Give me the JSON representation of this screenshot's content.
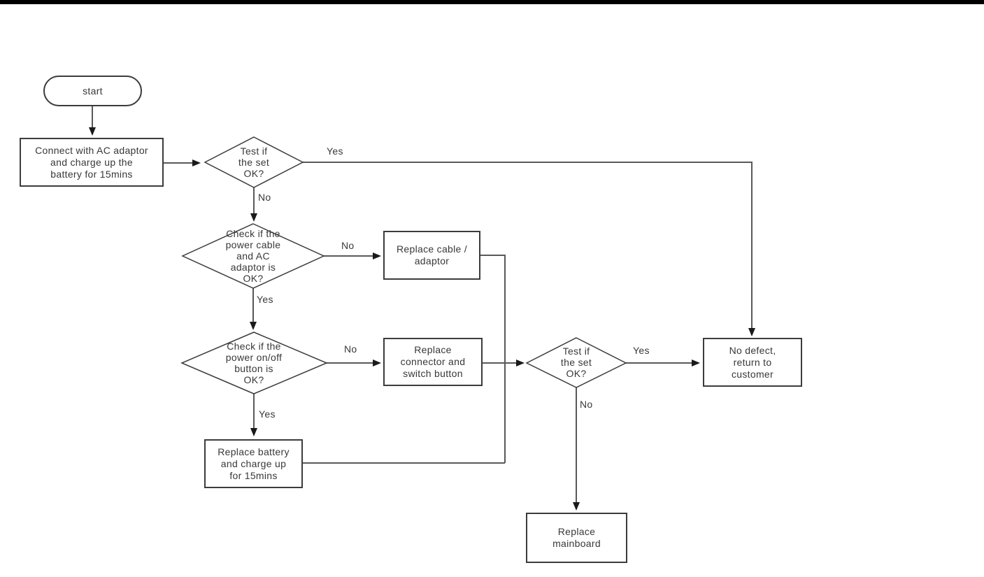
{
  "diagram_type": "flowchart",
  "colors": {
    "background": "#ffffff",
    "top_bar": "#000000",
    "connector_line": "#595959",
    "shape_border": "#3c3c3c",
    "text": "#383838",
    "arrowhead": "#1a1a1a"
  },
  "nodes": {
    "start": {
      "type": "terminator",
      "label": "start"
    },
    "connect_charge": {
      "type": "process",
      "label": "Connect with AC adaptor\nand charge up the\nbattery for 15mins"
    },
    "test_set_ok_1": {
      "type": "decision",
      "label": "Test if\nthe set\nOK?"
    },
    "check_cable": {
      "type": "decision",
      "label": "Check if the\npower cable\nand AC\nadaptor is\nOK?"
    },
    "replace_cable": {
      "type": "process",
      "label": "Replace cable /\nadaptor"
    },
    "check_power_button": {
      "type": "decision",
      "label": "Check if the\npower on/off\nbutton is\nOK?"
    },
    "replace_connector": {
      "type": "process",
      "label": "Replace\nconnector and\nswitch button"
    },
    "replace_battery": {
      "type": "process",
      "label": "Replace battery\nand charge up\nfor 15mins"
    },
    "test_set_ok_2": {
      "type": "decision",
      "label": "Test if\nthe set\nOK?"
    },
    "no_defect": {
      "type": "process",
      "label": "No defect,\nreturn to\ncustomer"
    },
    "replace_mainboard": {
      "type": "process",
      "label": "Replace\nmainboard"
    }
  },
  "edge_labels": {
    "test1_yes": "Yes",
    "test1_no": "No",
    "cable_no": "No",
    "cable_yes": "Yes",
    "power_no": "No",
    "power_yes": "Yes",
    "test2_yes": "Yes",
    "test2_no": "No"
  },
  "edges": [
    {
      "from": "start",
      "to": "connect_charge",
      "label": ""
    },
    {
      "from": "connect_charge",
      "to": "test_set_ok_1",
      "label": ""
    },
    {
      "from": "test_set_ok_1",
      "to": "no_defect",
      "label": "Yes"
    },
    {
      "from": "test_set_ok_1",
      "to": "check_cable",
      "label": "No"
    },
    {
      "from": "check_cable",
      "to": "replace_cable",
      "label": "No"
    },
    {
      "from": "check_cable",
      "to": "check_power_button",
      "label": "Yes"
    },
    {
      "from": "check_power_button",
      "to": "replace_connector",
      "label": "No"
    },
    {
      "from": "check_power_button",
      "to": "replace_battery",
      "label": "Yes"
    },
    {
      "from": "replace_cable",
      "to": "test_set_ok_2",
      "label": ""
    },
    {
      "from": "replace_connector",
      "to": "test_set_ok_2",
      "label": ""
    },
    {
      "from": "replace_battery",
      "to": "test_set_ok_2",
      "label": ""
    },
    {
      "from": "test_set_ok_2",
      "to": "no_defect",
      "label": "Yes"
    },
    {
      "from": "test_set_ok_2",
      "to": "replace_mainboard",
      "label": "No"
    }
  ]
}
